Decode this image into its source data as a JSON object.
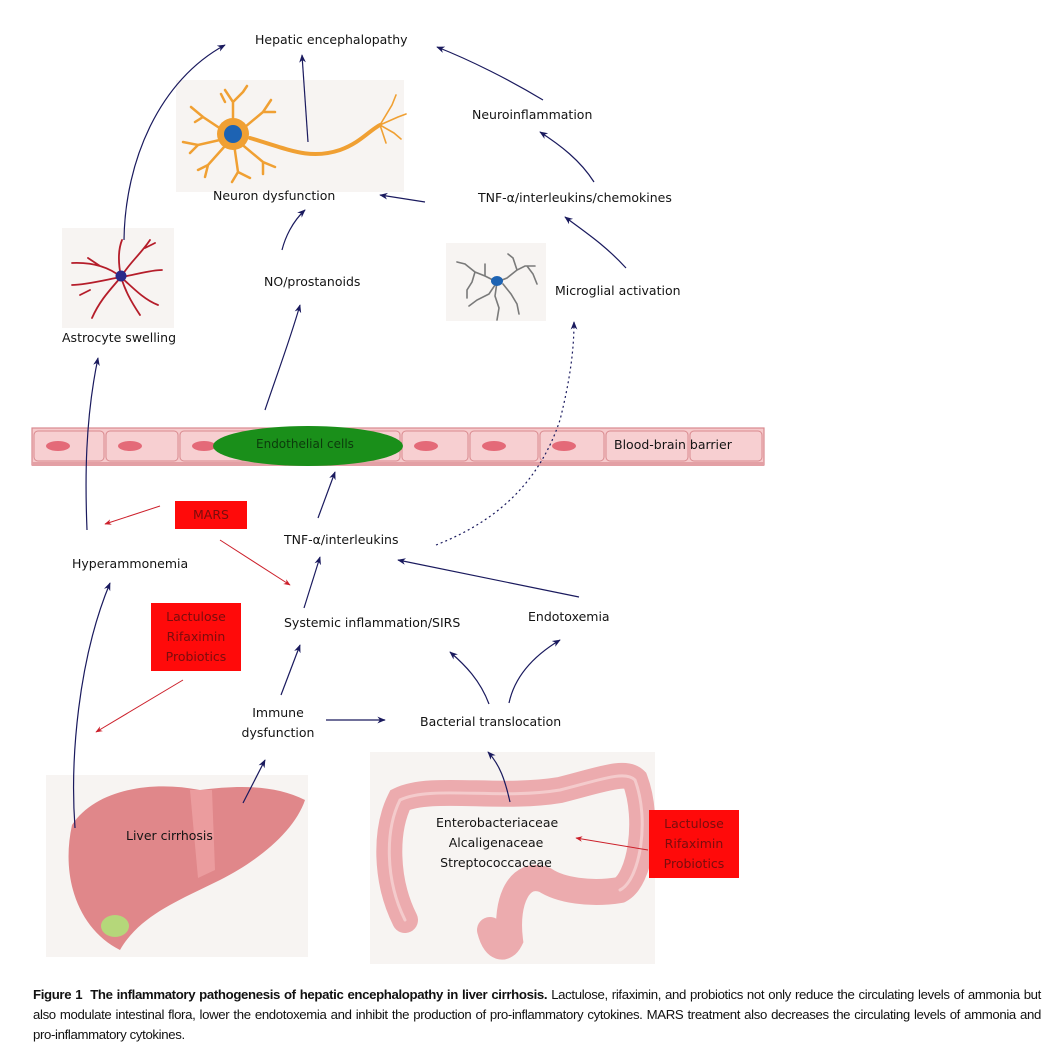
{
  "nodes": {
    "hepatic_encephalopathy": "Hepatic encephalopathy",
    "neuroinflammation": "Neuroinflammation",
    "neuron_dysfunction": "Neuron dysfunction",
    "tnf_chemokines": "TNF-α/interleukins/chemokines",
    "no_prostanoids": "NO/prostanoids",
    "microglial_activation": "Microglial activation",
    "astrocyte_swelling": "Astrocyte swelling",
    "endothelial_cells": "Endothelial cells",
    "blood_brain_barrier": "Blood-brain barrier",
    "tnf_interleukins": "TNF-α/interleukins",
    "hyperammonemia": "Hyperammonemia",
    "systemic_inflammation": "Systemic inflammation/SIRS",
    "endotoxemia": "Endotoxemia",
    "immune_dysfunction_1": "Immune",
    "immune_dysfunction_2": "dysfunction",
    "bacterial_translocation": "Bacterial translocation",
    "liver_cirrhosis": "Liver cirrhosis",
    "gut_flora": [
      "Enterobacteriaceae",
      "Alcaligenaceae",
      "Streptococcaceae"
    ]
  },
  "treatments": {
    "mars": "MARS",
    "left_box": [
      "Lactulose",
      "Rifaximin",
      "Probiotics"
    ],
    "right_box": [
      "Lactulose",
      "Rifaximin",
      "Probiotics"
    ]
  },
  "colors": {
    "arrow": "#1a1a5e",
    "treatment_arrow": "#cc1f2a",
    "treatment_box": "#ff0a0a",
    "endothelial": "#1a8f1a",
    "barrier": "#f6c9cb"
  },
  "caption": {
    "label": "Figure 1",
    "title": "The inflammatory pathogenesis of hepatic encephalopathy in liver cirrhosis.",
    "body": "Lactulose, rifaximin, and probiotics not only reduce the circulating levels of ammonia but also modulate intestinal flora, lower the endotoxemia and inhibit the production of pro-inflammatory cytokines. MARS treatment also decreases the circulating levels of ammonia and pro-inflammatory cytokines."
  }
}
